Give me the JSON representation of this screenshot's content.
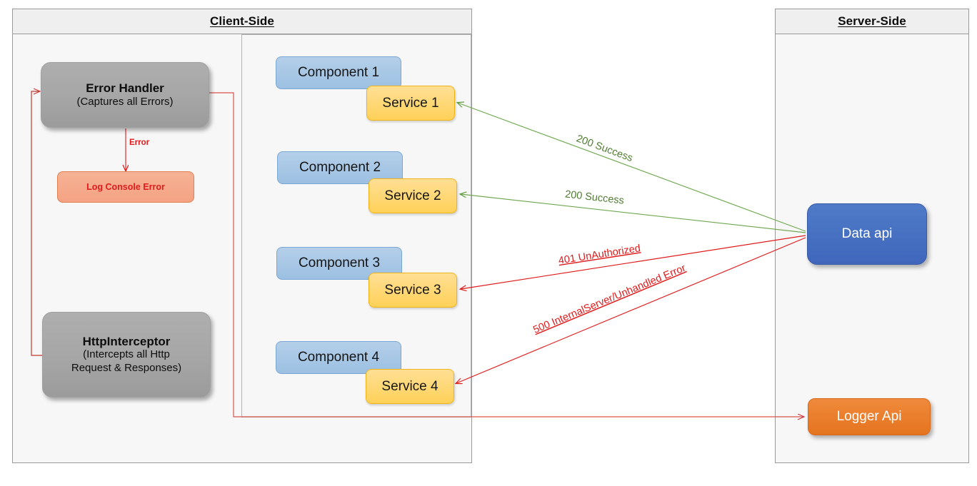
{
  "panels": {
    "client": {
      "title": "Client-Side"
    },
    "server": {
      "title": "Server-Side"
    }
  },
  "client": {
    "error_handler": {
      "title": "Error Handler",
      "subtitle": "(Captures all Errors)"
    },
    "log_console": {
      "label": "Log Console Error"
    },
    "http_interceptor": {
      "title": "HttpInterceptor",
      "subtitle_line1": "(Intercepts all Http",
      "subtitle_line2": "Request & Responses)"
    },
    "error_arrow_label": "Error",
    "components": [
      {
        "label": "Component 1"
      },
      {
        "label": "Component 2"
      },
      {
        "label": "Component 3"
      },
      {
        "label": "Component 4"
      }
    ],
    "services": [
      {
        "label": "Service 1"
      },
      {
        "label": "Service 2"
      },
      {
        "label": "Service 3"
      },
      {
        "label": "Service 4"
      }
    ]
  },
  "server": {
    "data_api": {
      "label": "Data api"
    },
    "logger_api": {
      "label": "Logger Api"
    }
  },
  "connections": [
    {
      "label": "200 Success",
      "kind": "success",
      "from": "Data api",
      "to": "Service 1"
    },
    {
      "label": "200 Success",
      "kind": "success",
      "from": "Data api",
      "to": "Service 2"
    },
    {
      "label": "401 UnAuthorized",
      "kind": "error",
      "from": "Data api",
      "to": "Service 3"
    },
    {
      "label": "500 InternalServer/Unhandled Error",
      "kind": "error",
      "from": "Data api",
      "to": "Service 4"
    }
  ],
  "colors": {
    "success": "#5b9b3c",
    "error": "#e01b1b",
    "component": "#9cc0e2",
    "service": "#ffd159",
    "data_api": "#4472c4",
    "logger_api": "#e5741f",
    "handler_gray": "#a6a6a6",
    "log_console": "#f4a383"
  }
}
